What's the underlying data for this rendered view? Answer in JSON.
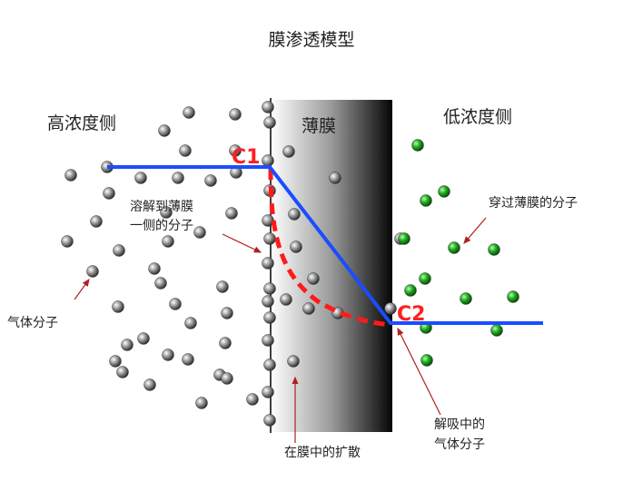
{
  "title": "膜渗透模型",
  "regions": {
    "high": "高浓度侧",
    "membrane": "薄膜",
    "low": "低浓度侧"
  },
  "markers": {
    "c1": "C1",
    "c2": "C2"
  },
  "annotations": {
    "dissolved_line1": "溶解到薄膜",
    "dissolved_line2": "一侧的分子",
    "gas_molecule": "气体分子",
    "passed": "穿过薄膜的分子",
    "diffusion": "在膜中的扩散",
    "desorb_line1": "解吸中的",
    "desorb_line2": "气体分子"
  },
  "colors": {
    "profile_line": "#1a4dff",
    "curve": "#ff1a1a",
    "marker": "#ff2020",
    "arrow": "#b02020",
    "passed_molecule": "#1a9a1a",
    "gas_molecule": "#666666"
  }
}
